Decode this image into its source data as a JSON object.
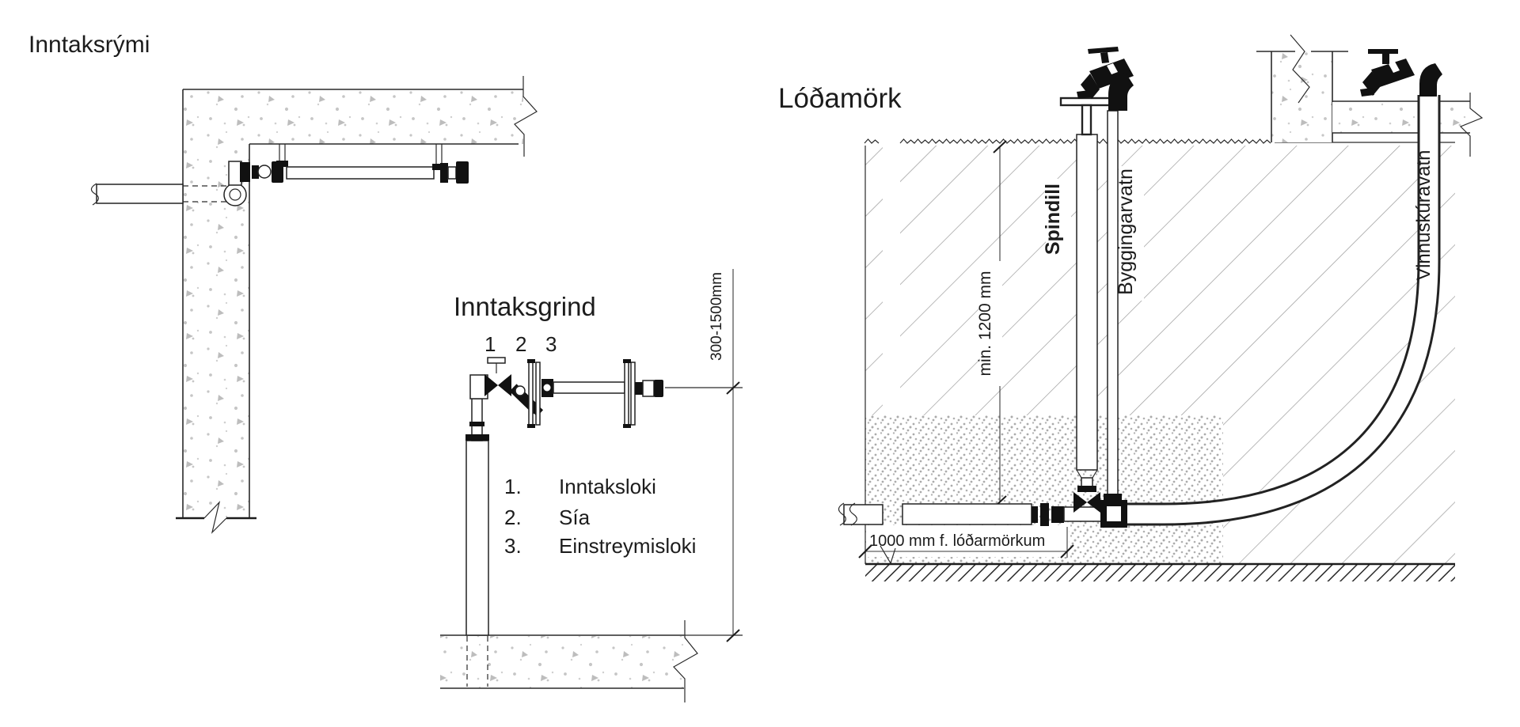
{
  "drawing": {
    "inntaksrymi": {
      "title": "Inntaksrými"
    },
    "inntaksgrind": {
      "title": "Inntaksgrind",
      "callouts": [
        "1",
        "2",
        "3"
      ],
      "legend": [
        {
          "num": "1.",
          "label": "Inntaksloki"
        },
        {
          "num": "2.",
          "label": "Sía"
        },
        {
          "num": "3.",
          "label": "Einstreymisloki"
        }
      ],
      "height_dimension": "300-1500mm"
    },
    "lodamork": {
      "title": "Lóðamörk",
      "labels": {
        "spindle": "Spindill",
        "construction_water": "Byggingarvatn",
        "workshed_water": "Vinnuskúravatn"
      },
      "dimensions": {
        "min_depth": "min. 1200 mm",
        "boundary_distance": "1000 mm f. lóðarmörkum"
      }
    },
    "colors": {
      "line": "#1c1c1c",
      "hatch": "#9b9b9b",
      "concrete_speckle": "#c6c6c6",
      "sand_stipple": "#ababab",
      "background": "#ffffff"
    }
  }
}
